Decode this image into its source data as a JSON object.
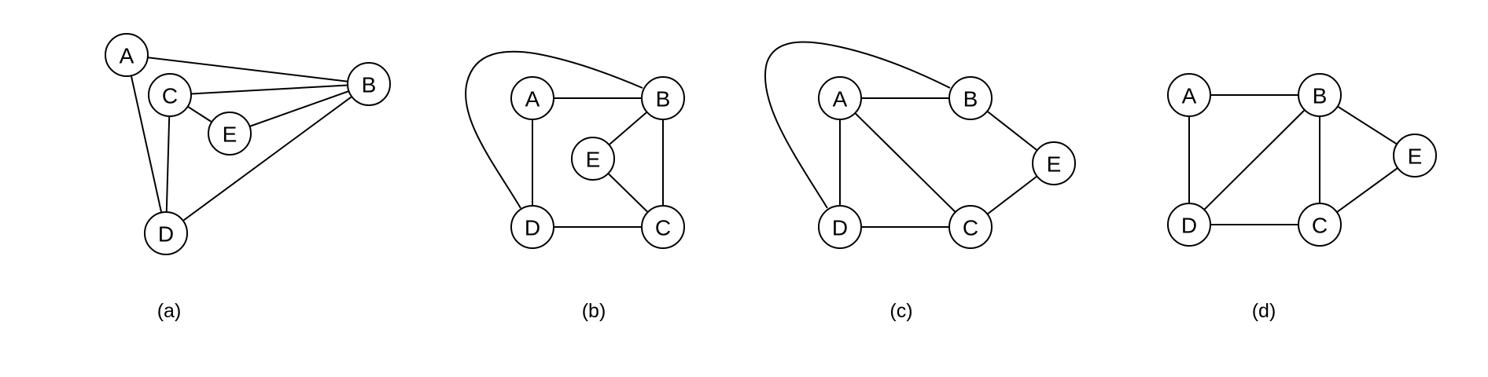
{
  "colors": {
    "stroke": "#000000",
    "background": "#ffffff"
  },
  "graphs": [
    {
      "caption": "(a)",
      "nodes": [
        "A",
        "B",
        "C",
        "D",
        "E"
      ],
      "edges": [
        [
          "A",
          "B"
        ],
        [
          "A",
          "D"
        ],
        [
          "C",
          "B"
        ],
        [
          "C",
          "D"
        ],
        [
          "C",
          "E"
        ],
        [
          "E",
          "B"
        ],
        [
          "D",
          "B"
        ]
      ],
      "curved_edges": []
    },
    {
      "caption": "(b)",
      "nodes": [
        "A",
        "B",
        "C",
        "D",
        "E"
      ],
      "edges": [
        [
          "A",
          "B"
        ],
        [
          "A",
          "D"
        ],
        [
          "B",
          "E"
        ],
        [
          "B",
          "C"
        ],
        [
          "E",
          "C"
        ],
        [
          "D",
          "C"
        ]
      ],
      "curved_edges": [
        [
          "D",
          "B"
        ]
      ]
    },
    {
      "caption": "(c)",
      "nodes": [
        "A",
        "B",
        "C",
        "D",
        "E"
      ],
      "edges": [
        [
          "A",
          "B"
        ],
        [
          "A",
          "D"
        ],
        [
          "A",
          "C"
        ],
        [
          "B",
          "E"
        ],
        [
          "E",
          "C"
        ],
        [
          "D",
          "C"
        ]
      ],
      "curved_edges": [
        [
          "D",
          "B"
        ]
      ]
    },
    {
      "caption": "(d)",
      "nodes": [
        "A",
        "B",
        "C",
        "D",
        "E"
      ],
      "edges": [
        [
          "A",
          "B"
        ],
        [
          "A",
          "D"
        ],
        [
          "B",
          "D"
        ],
        [
          "B",
          "C"
        ],
        [
          "B",
          "E"
        ],
        [
          "E",
          "C"
        ],
        [
          "D",
          "C"
        ]
      ],
      "curved_edges": []
    }
  ]
}
